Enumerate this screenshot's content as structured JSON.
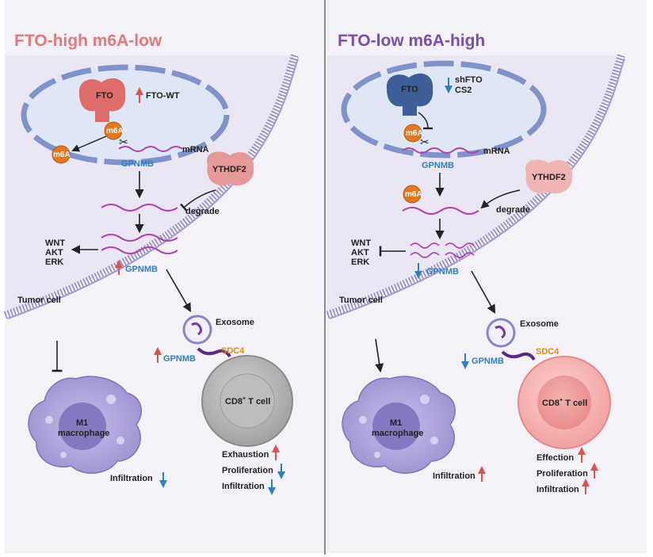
{
  "left": {
    "title": "FTO-high  m6A-low",
    "fto": "FTO",
    "fto_note": "FTO-WT",
    "m6a": "m6A",
    "mrna": "mRNA",
    "gpnmb": "GPNMB",
    "ythdf2": "YTHDF2",
    "degrade": "degrade",
    "pathway_wnt": "WNT",
    "pathway_akt": "AKT",
    "pathway_erk": "ERK",
    "tumor_cell": "Tumor cell",
    "exosome": "Exosome",
    "sdc4": "SDC4",
    "macrophage_line1": "M1",
    "macrophage_line2": "macrophage",
    "tcell_main": "CD8",
    "tcell_sup": "+",
    "tcell_rest": " T cell",
    "infiltration": "Infiltration",
    "exhaustion": "Exhaustion",
    "proliferation": "Proliferation",
    "tcell_infiltration": "Infiltration"
  },
  "right": {
    "title": "FTO-low  m6A-high",
    "fto": "FTO",
    "fto_note_1": "shFTO",
    "fto_note_2": "CS2",
    "m6a": "m6A",
    "mrna": "mRNA",
    "gpnmb": "GPNMB",
    "ythdf2": "YTHDF2",
    "degrade": "degrade",
    "pathway_wnt": "WNT",
    "pathway_akt": "AKT",
    "pathway_erk": "ERK",
    "tumor_cell": "Tumor cell",
    "exosome": "Exosome",
    "sdc4": "SDC4",
    "macrophage_line1": "M1",
    "macrophage_line2": "macrophage",
    "tcell_main": "CD8",
    "tcell_sup": "+",
    "tcell_rest": " T cell",
    "infiltration": "Infiltration",
    "effection": "Effection",
    "proliferation": "Proliferation",
    "tcell_infiltration": "Infiltration"
  },
  "colors": {
    "left_title": "#e07b7b",
    "right_title": "#7b4fa8",
    "up_arrow": "#d9534f",
    "down_arrow": "#2f7fc1",
    "gpnmb_text": "#2f7fc1",
    "sdc4_text": "#e08a1e",
    "mrna_wave": "#b040b0",
    "fto_high": "#e06b6b",
    "fto_low": "#3d5f97",
    "m6a": "#e07a22",
    "ythdf2_left": "#e59999",
    "ythdf2_right": "#f0b4b4",
    "macrophage": "#a99ad6",
    "tcell_exhausted": "#a8a8a8",
    "tcell_active": "#f4a3a3"
  }
}
